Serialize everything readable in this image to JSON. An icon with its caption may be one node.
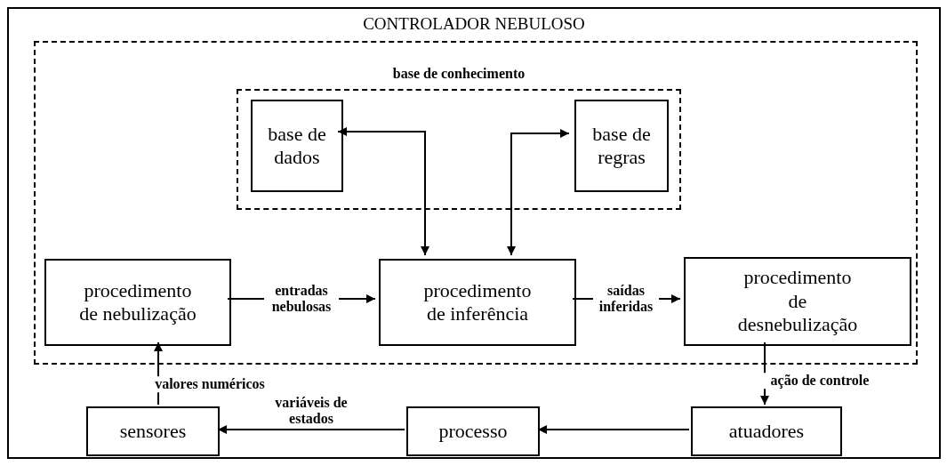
{
  "diagram": {
    "nodes": [
      {
        "text": [
          "CONTROLADOR NEBULOSO"
        ]
      },
      {
        "text": [],
        "shape": "box",
        "in": 0
      },
      {
        "text": [
          "base de conhecimento"
        ],
        "in": 1
      },
      {
        "text": [
          "base de dados"
        ],
        "in": 2
      },
      {
        "text": [
          "base de regras"
        ],
        "in": 2
      },
      {
        "text": [
          "procedimento de nebulização"
        ],
        "in": 1
      },
      {
        "text": [
          "procedimento de inferência"
        ],
        "in": 1
      },
      {
        "text": [
          "procedimento de desnebulização"
        ],
        "in": 1
      },
      {
        "text": [
          "sensores"
        ],
        "in": 0
      },
      {
        "text": [
          "processo"
        ],
        "in": 0
      },
      {
        "text": [
          "atuadores"
        ],
        "in": 0
      }
    ],
    "edges": [
      {
        "from": 3,
        "to": 6,
        "arrow": "both"
      },
      {
        "from": 4,
        "to": 6,
        "arrow": "both"
      },
      {
        "from": 5,
        "to": 6,
        "arrow": "to",
        "label": "entradas nebulosas"
      },
      {
        "from": 6,
        "to": 7,
        "arrow": "to",
        "label": "saídas inferidas"
      },
      {
        "from": 7,
        "to": 10,
        "arrow": "to",
        "label": "ação de controle"
      },
      {
        "from": 10,
        "to": 9,
        "arrow": "to"
      },
      {
        "from": 9,
        "to": 8,
        "arrow": "to",
        "label": "variáveis de estados"
      },
      {
        "from": 8,
        "to": 5,
        "arrow": "to",
        "label": "valores numéricos"
      }
    ]
  }
}
